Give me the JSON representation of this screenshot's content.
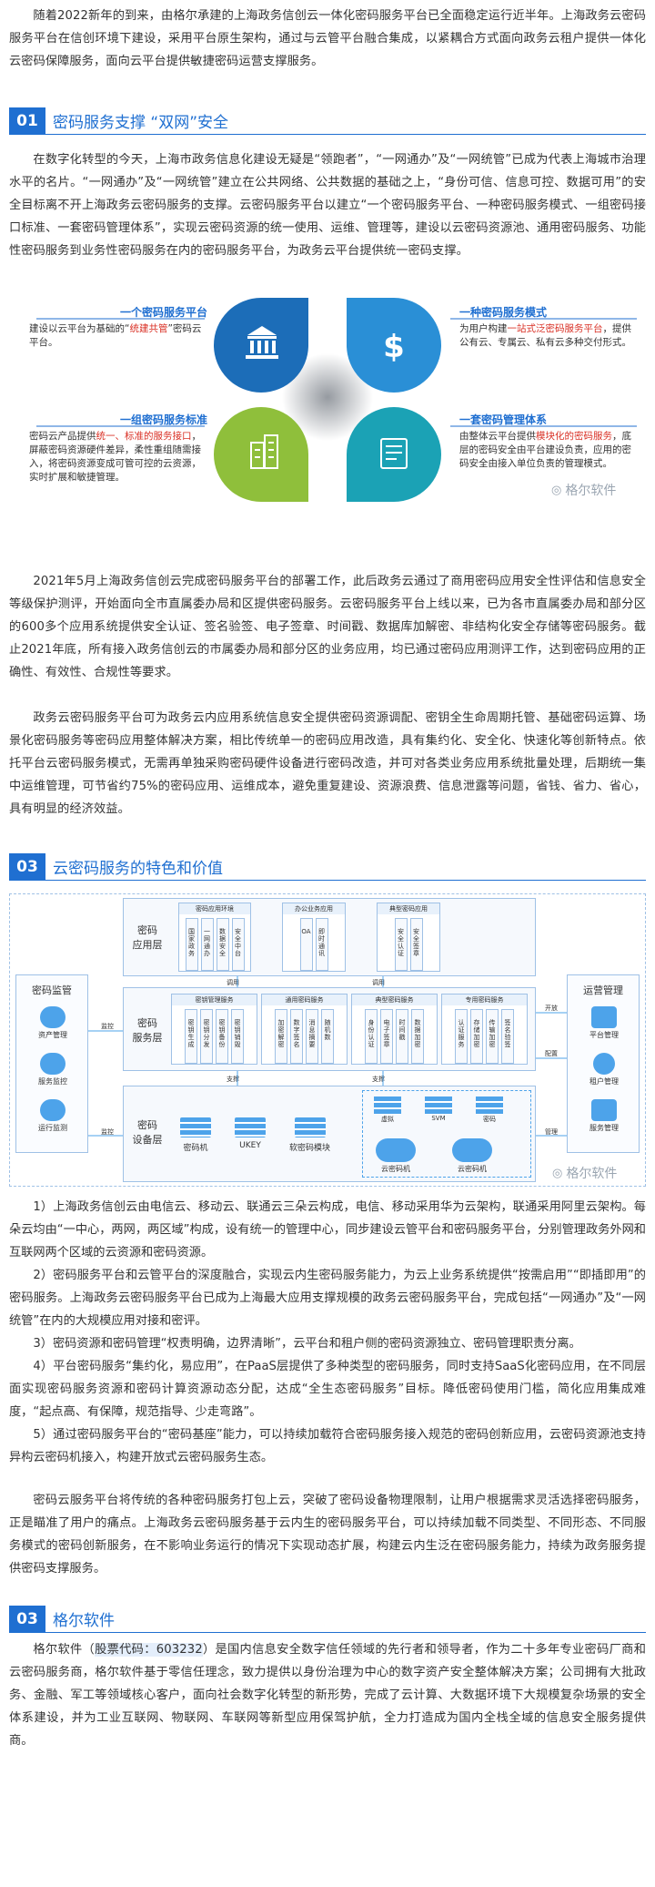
{
  "intro": "随着2022新年的到来，由格尔承建的上海政务信创云一体化密码服务平台已全面稳定运行近半年。上海政务云密码服务平台在信创环境下建设，采用平台原生架构，通过与云管平台融合集成，以紧耦合方式面向政务云租户提供一体化云密码保障服务，面向云平台提供敏捷密码运营支撑服务。",
  "sections": [
    {
      "num": "01",
      "title": "密码服务支撑 “双网”安全"
    },
    {
      "num": "03",
      "title": "云密码服务的特色和价值"
    },
    {
      "num": "03",
      "title": "格尔软件"
    }
  ],
  "s1_para": "在数字化转型的今天，上海市政务信息化建设无疑是“领跑者”，“一网通办”及“一网统管”已成为代表上海城市治理水平的名片。“一网通办”及“一网统管”建立在公共网络、公共数据的基础之上，“身份可信、信息可控、数据可用”的安全目标离不开上海政务云密码服务的支撑。云密码服务平台以建立“一个密码服务平台、一种密码服务模式、一组密码接口标准、一套密码管理体系”，实现云密码资源的统一使用、运维、管理等，建设以云密码资源池、通用密码服务、功能性密码服务到业务性密码服务在内的密码服务平台，为政务云平台提供统一密码支撑。",
  "quad": {
    "tl_title": "一个密码服务平台",
    "tl_desc_a": "建设以云平台为基础的“",
    "tl_desc_hl": "统建共管",
    "tl_desc_b": "”密码云平台。",
    "tr_title": "一种密码服务模式",
    "tr_desc_a": "为用户构建",
    "tr_desc_hl": "一站式泛密码服务平台",
    "tr_desc_b": "，提供公有云、专属云、私有云多种交付形式。",
    "bl_title": "一组密码服务标准",
    "bl_desc_a": "密码云产品提供",
    "bl_desc_hl": "统一、标准的服务接口",
    "bl_desc_b": "，屏蔽密码资源硬件差异，柔性重组随需接入，将密码资源变成可管可控的云资源，实时扩展和敏捷管理。",
    "br_title": "一套密码管理体系",
    "br_desc_a": "由整体云平台提供",
    "br_desc_hl": "模块化的密码服务",
    "br_desc_b": "，底层的密码安全由平台建设负责，应用的密码安全由接入单位负责的管理模式。"
  },
  "watermark": "格尔软件",
  "s1_para2": "2021年5月上海政务信创云完成密码服务平台的部署工作，此后政务云通过了商用密码应用安全性评估和信息安全等级保护测评，开始面向全市直属委办局和区提供密码服务。云密码服务平台上线以来，已为各市直属委办局和部分区的600多个应用系统提供安全认证、签名验签、电子签章、时间戳、数据库加解密、非结构化安全存储等密码服务。截止2021年底，所有接入政务信创云的市属委办局和部分区的业务应用，均已通过密码应用测评工作，达到密码应用的正确性、有效性、合规性等要求。",
  "s1_para3": "政务云密码服务平台可为政务云内应用系统信息安全提供密码资源调配、密钥全生命周期托管、基础密码运算、场景化密码服务等密码应用整体解决方案，相比传统单一的密码应用改造，具有集约化、安全化、快速化等创新特点。依托平台云密码服务模式，无需再单独采购密码硬件设备进行密码改造，并可对各类业务应用系统批量处理，后期统一集中运维管理，可节省约75%的密码应用、运维成本，避免重复建设、资源浪费、信息泄露等问题，省钱、省力、省心，具有明显的经济效益。",
  "arch": {
    "app_layer": "密码\n应用层",
    "svc_layer": "密码\n服务层",
    "dev_layer": "密码\n设备层",
    "left_title": "密码监管",
    "left_items": [
      "资产管理",
      "服务监控",
      "运行监测"
    ],
    "right_title": "运营管理",
    "right_items": [
      "平台管理",
      "租户管理",
      "服务管理"
    ],
    "app_boxes": [
      {
        "title": "密码应用环境",
        "cols": [
          "国家政务",
          "一网通办",
          "数据安全",
          "安全中台"
        ]
      },
      {
        "title": "办公业务应用",
        "cols": [
          "OA",
          "即时通讯"
        ]
      },
      {
        "title": "典型密码应用",
        "cols": [
          "安全认证",
          "安全签章"
        ]
      }
    ],
    "svc_boxes": [
      {
        "title": "密钥管理服务",
        "cols": [
          "密钥生成",
          "密钥分发",
          "密钥备份",
          "密钥销毁"
        ]
      },
      {
        "title": "通用密码服务",
        "cols": [
          "加密解密",
          "数字签名",
          "消息摘要",
          "随机数"
        ]
      },
      {
        "title": "典型密码服务",
        "cols": [
          "身份认证",
          "电子签章",
          "时间戳",
          "数据加密"
        ]
      },
      {
        "title": "专用密码服务",
        "cols": [
          "认证服务",
          "存储加密",
          "传输加密",
          "签名验签"
        ]
      }
    ],
    "dev_items": [
      "密码机",
      "UKEY",
      "软密码模块"
    ],
    "dev_cloud": [
      "云密码机",
      "云密码机"
    ],
    "vm_labels": [
      "虚拟",
      "SVM",
      "密码"
    ],
    "arrow_labels": [
      "调用",
      "调用",
      "支撑",
      "支撑",
      "监控",
      "监控",
      "配置",
      "管理",
      "开放"
    ]
  },
  "list": [
    "1）上海政务信创云由电信云、移动云、联通云三朵云构成，电信、移动采用华为云架构，联通采用阿里云架构。每朵云均由“一中心，两网，两区域”构成，设有统一的管理中心，同步建设云管平台和密码服务平台，分别管理政务外网和互联网两个区域的云资源和密码资源。",
    "2）密码服务平台和云管平台的深度融合，实现云内生密码服务能力，为云上业务系统提供“按需启用”“即插即用”的密码服务。上海政务云密码服务平台已成为上海最大应用支撑规模的政务云密码服务平台，完成包括“一网通办”及“一网统管”在内的大规模应用对接和密评。",
    "3）密码资源和密码管理“权责明确，边界清晰”，云平台和租户侧的密码资源独立、密码管理职责分离。",
    "4）平台密码服务“集约化，易应用”，在PaaS层提供了多种类型的密码服务，同时支持SaaS化密码应用，在不同层面实现密码服务资源和密码计算资源动态分配，达成“全生态密码服务”目标。降低密码使用门槛，简化应用集成难度，“起点高、有保障，规范指导、少走弯路”。",
    "5）通过密码服务平台的“密码基座”能力，可以持续加载符合密码服务接入规范的密码创新应用，云密码资源池支持异构云密码机接入，构建开放式云密码服务生态。"
  ],
  "s3_para": "密码云服务平台将传统的各种密码服务打包上云，突破了密码设备物理限制，让用户根据需求灵活选择密码服务，正是瞄准了用户的痛点。上海政务云密码服务基于云内生的密码服务平台，可以持续加载不同类型、不同形态、不同服务模式的密码创新服务，在不影响业务运行的情况下实现动态扩展，构建云内生泛在密码服务能力，持续为政务服务提供密码支撑服务。",
  "s4_para_a": "格尔软件（",
  "s4_para_hl": "股票代码：603232",
  "s4_para_b": "）是国内信息安全数字信任领域的先行者和领导者，作为二十多年专业密码厂商和云密码服务商，格尔软件基于零信任理念，致力提供以身份治理为中心的数字资产安全整体解决方案；公司拥有大批政务、金融、军工等领域核心客户，面向社会数字化转型的新形势，完成了云计算、大数据环境下大规模复杂场景的安全体系建设，并为工业互联网、物联网、车联网等新型应用保驾护航，全力打造成为国内全栈全域的信息安全服务提供商。",
  "colors": {
    "accent": "#1f6fd1",
    "highlight": "#d93025",
    "quad_blue": "#2b7fd4",
    "quad_green": "#8fbf3b",
    "quad_teal": "#1ba2b5"
  }
}
